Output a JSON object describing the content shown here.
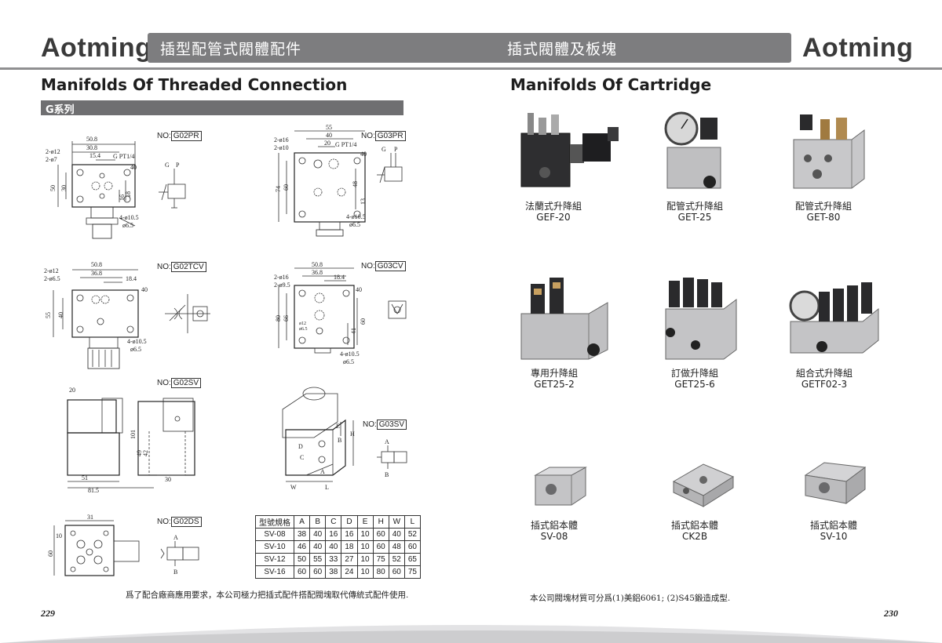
{
  "header": {
    "logo_left": "Aotming",
    "logo_right": "Aotming",
    "banner_left": "插型配管式閥體配件",
    "banner_right": "插式閥體及板塊"
  },
  "left": {
    "title": "Manifolds Of Threaded Connection",
    "series": "G系列",
    "models": [
      {
        "prefix": "NO:",
        "code": "G02PR"
      },
      {
        "prefix": "NO:",
        "code": "G03PR"
      },
      {
        "prefix": "NO:",
        "code": "G02TCV"
      },
      {
        "prefix": "NO:",
        "code": "G03CV"
      },
      {
        "prefix": "NO:",
        "code": "G02SV"
      },
      {
        "prefix": "NO:",
        "code": "G03SV"
      },
      {
        "prefix": "NO:",
        "code": "G02DS"
      }
    ],
    "dims": {
      "g02pr": [
        "50.8",
        "30.8",
        "15.4",
        "G PT1/4",
        "2-ø12",
        "2-ø7",
        "40",
        "50",
        "30",
        "16",
        "18",
        "4-ø10.5",
        "ø6.5",
        "G",
        "P"
      ],
      "g03pr": [
        "55",
        "40",
        "20",
        "G PT1/4",
        "2-ø16",
        "2-ø10",
        "40",
        "74",
        "60",
        "48",
        "13",
        "4-ø10.5",
        "ø6.5",
        "G",
        "P"
      ],
      "g02tcv": [
        "50.8",
        "36.8",
        "18.4",
        "2-ø12",
        "2-ø6.5",
        "40",
        "55",
        "40",
        "4-ø10.5",
        "ø6.5"
      ],
      "g03cv": [
        "50.8",
        "36.8",
        "18.4",
        "2-ø16",
        "2-ø9.5",
        "40",
        "80",
        "66",
        "60",
        "41",
        "4-ø10.5",
        "ø6.5",
        "ø12",
        "ø6.5"
      ],
      "g02sv": [
        "20",
        "101",
        "49",
        "42",
        "51",
        "81.5",
        "30"
      ],
      "g03sv": [
        "H",
        "E",
        "B",
        "D",
        "C",
        "A",
        "W",
        "L",
        "A",
        "B"
      ],
      "g02ds": [
        "31",
        "10",
        "60",
        "A",
        "B"
      ]
    },
    "table": {
      "headers": [
        "型號規格",
        "A",
        "B",
        "C",
        "D",
        "E",
        "H",
        "W",
        "L"
      ],
      "rows": [
        [
          "SV-08",
          "38",
          "40",
          "16",
          "16",
          "10",
          "60",
          "40",
          "52"
        ],
        [
          "SV-10",
          "46",
          "40",
          "40",
          "18",
          "10",
          "60",
          "48",
          "60"
        ],
        [
          "SV-12",
          "50",
          "55",
          "33",
          "27",
          "10",
          "75",
          "52",
          "65"
        ],
        [
          "SV-16",
          "60",
          "60",
          "38",
          "24",
          "10",
          "80",
          "60",
          "75"
        ]
      ]
    },
    "footnote": "爲了配合廠商應用要求，本公司極力把插式配件搭配閥塊取代傳統式配件使用.",
    "page": "229"
  },
  "right": {
    "title": "Manifolds Of Cartridge",
    "products": [
      {
        "name": "法蘭式升降組",
        "code": "GEF-20"
      },
      {
        "name": "配管式升降組",
        "code": "GET-25"
      },
      {
        "name": "配管式升降組",
        "code": "GET-80"
      },
      {
        "name": "專用升降組",
        "code": "GET25-2"
      },
      {
        "name": "訂做升降組",
        "code": "GET25-6"
      },
      {
        "name": "組合式升降組",
        "code": "GETF02-3"
      },
      {
        "name": "插式鋁本體",
        "code": "SV-08"
      },
      {
        "name": "插式鋁本體",
        "code": "CK2B"
      },
      {
        "name": "插式鋁本體",
        "code": "SV-10"
      }
    ],
    "footnote": "本公司閥塊材質可分爲(1)美鋁6061; (2)S45鍛造成型.",
    "page": "230"
  }
}
